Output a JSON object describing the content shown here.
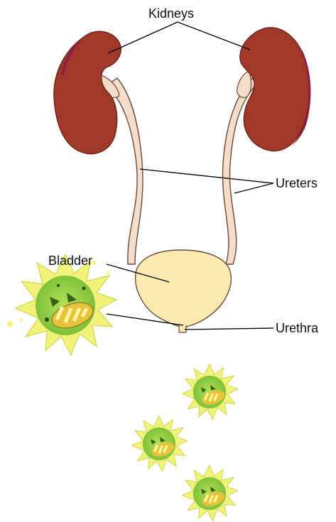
{
  "labels": {
    "kidneys": "Kidneys",
    "ureters": "Ureters",
    "bladder": "Bladder",
    "urethra": "Urethra"
  },
  "colors": {
    "kidney": "#A0392A",
    "kidney_shade": "#8E1F45",
    "ureter": "#F6DCCB",
    "ureter_outline": "#6B4A3A",
    "bladder": "#FBEAB2",
    "germ": "#8CCF3A",
    "germ_glow": "#F1F27A",
    "germ_mouth": "#E8C23A",
    "leader_line": "#000000"
  }
}
